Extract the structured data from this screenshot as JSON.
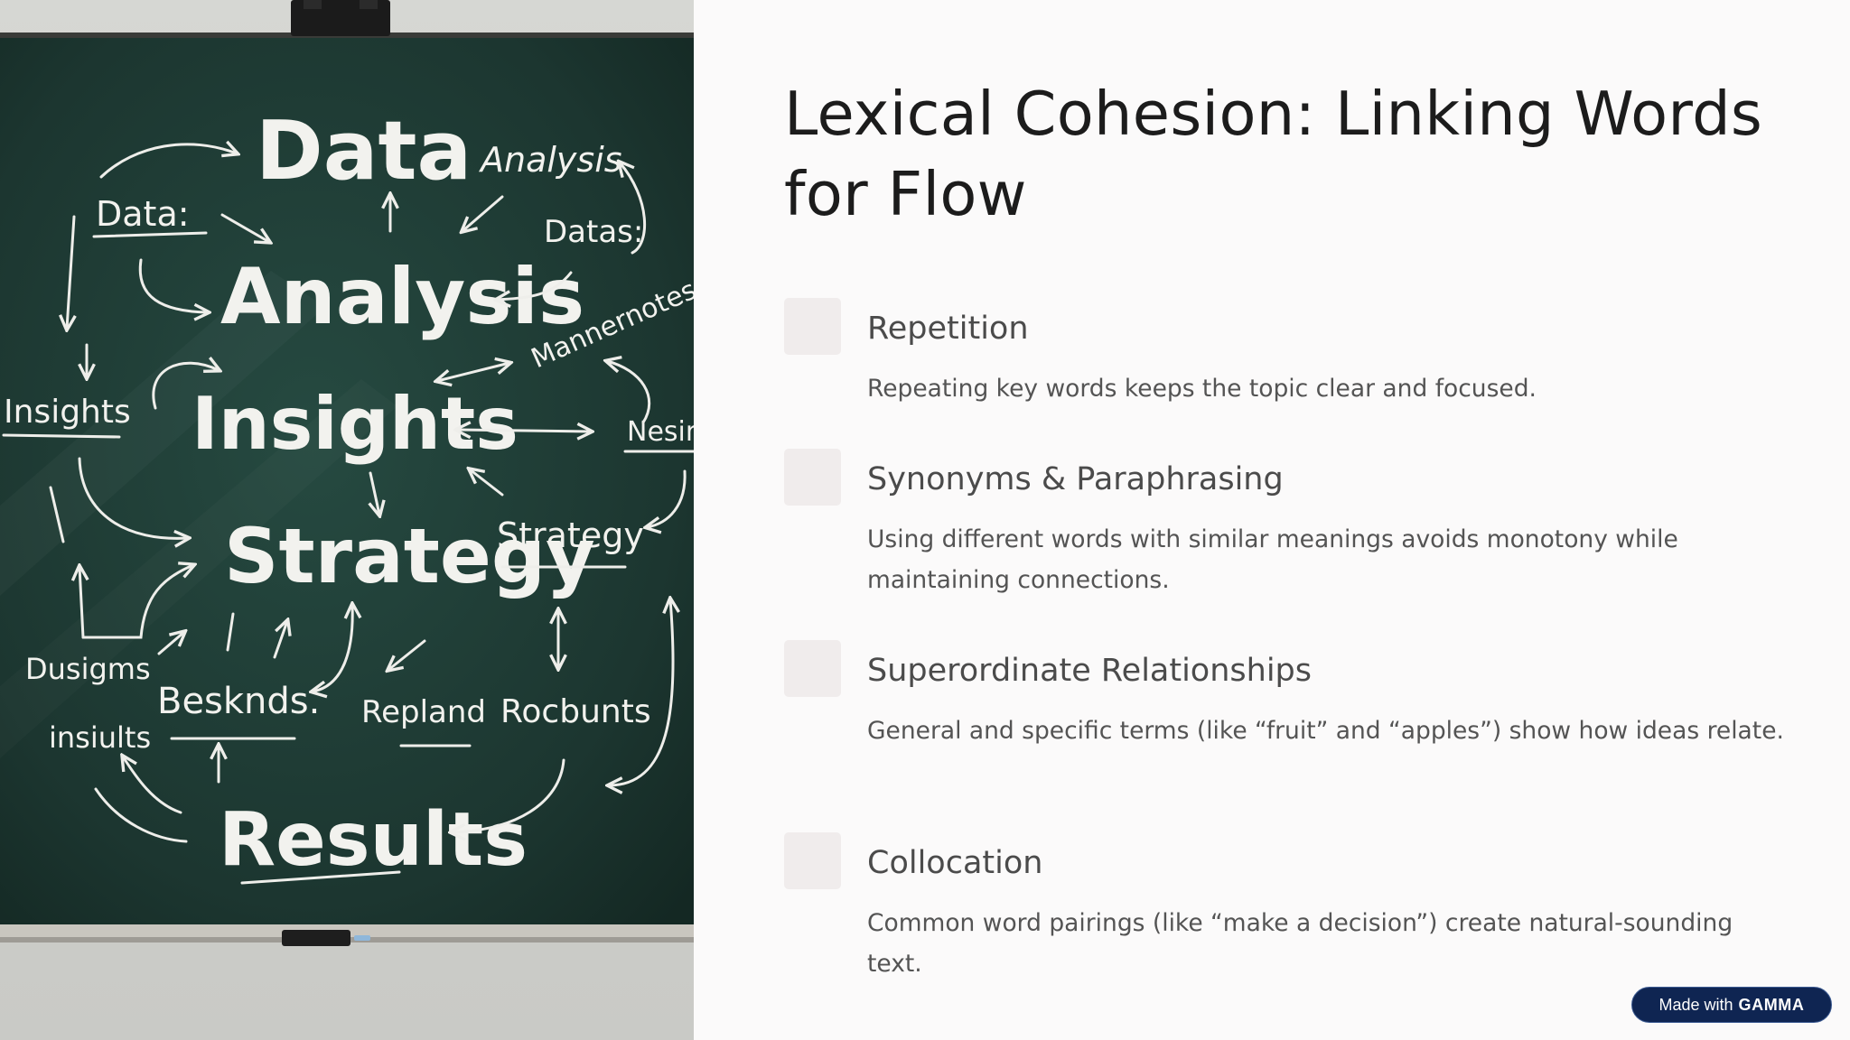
{
  "slide": {
    "title": "Lexical Cohesion: Linking Words for Flow",
    "items": [
      {
        "title": "Repetition",
        "description": "Repeating key words keeps the topic clear and focused."
      },
      {
        "title": "Synonyms & Paraphrasing",
        "description": "Using different words with similar meanings avoids monotony while maintaining connections."
      },
      {
        "title": "Superordinate Relationships",
        "description": "General and specific terms (like “fruit” and “apples”) show how ideas relate."
      },
      {
        "title": "Collocation",
        "description": "Common word pairings (like “make a decision”) create natural-sounding text."
      }
    ]
  },
  "chalkboard": {
    "words": {
      "data": "Data",
      "analysis": "Analysis",
      "insights": "Insights",
      "strategy": "Strategy",
      "results": "Results",
      "data_small": "Data:",
      "analysis_small": "Analysis",
      "datas_small": "Datas:",
      "mannernotes": "Mannernotes",
      "insights_small": "Insights",
      "nesin": "Nesin",
      "strategy_small": "Strategy",
      "dusigms": "Dusigms",
      "besknds": "Besknds.",
      "repland": "Repland",
      "rocbunts": "Rocbunts",
      "insults": "insiults"
    }
  },
  "badge": {
    "prefix": "Made with",
    "brand": "GAMMA"
  },
  "colors": {
    "board": "#1f3a33",
    "chalk": "#f2f2ee",
    "badge_bg": "#0f2552"
  }
}
